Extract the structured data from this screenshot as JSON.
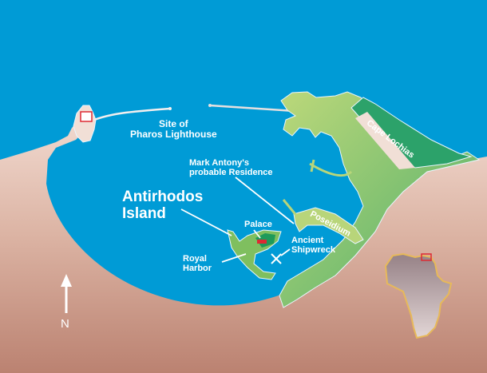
{
  "map": {
    "colors": {
      "sea": "#009bd6",
      "land_light": "#f1d9cf",
      "land_dark": "#bb8271",
      "coast_green_light": "#a6cf6f",
      "coast_green_dark": "#2ca26a",
      "outline": "#e9f5ff",
      "africa_fill": "#a99396",
      "africa_outline": "#e7b95a",
      "marker_red": "#dd2a33",
      "label_white": "#ffffff"
    },
    "labels": {
      "pharos": [
        "Site of",
        "Pharos Lighthouse"
      ],
      "cape_lochias": "Cape Lochias",
      "mark_antony": [
        "Mark Antony's",
        "probable Residence"
      ],
      "antirhodos": [
        "Antirhodos",
        "Island"
      ],
      "palace": "Palace",
      "ancient_shipwreck": [
        "Ancient",
        "Shipwreck"
      ],
      "royal_harbor": [
        "Royal",
        "Harbor"
      ],
      "poseidium": "Poseidium",
      "north": "N"
    },
    "icons": {
      "north_arrow": "arrow-up-icon",
      "shipwreck_marker": "x-mark-icon",
      "pharos_marker": "square-outline-icon",
      "palace_marker": "building-icon",
      "inset": "africa-inset-map"
    }
  }
}
